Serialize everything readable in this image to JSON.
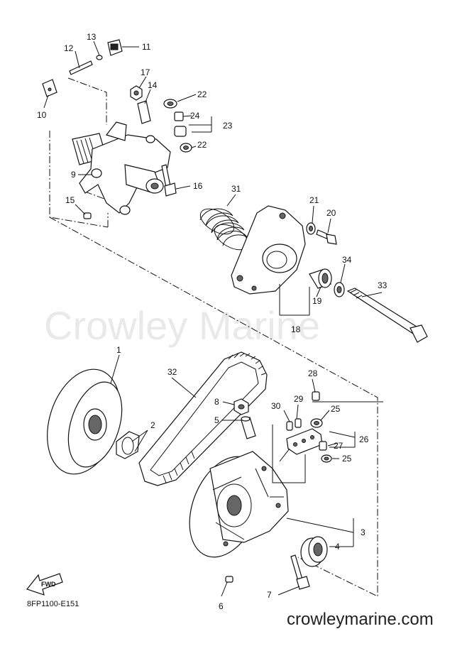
{
  "watermark": "Crowley Marine",
  "website": "crowleymarine.com",
  "drawing_code": "8FP1100-E151",
  "fwd_label": "FWD",
  "callouts": {
    "c1": "1",
    "c2": "2",
    "c3": "3",
    "c4": "4",
    "c5": "5",
    "c6": "6",
    "c7": "7",
    "c8": "8",
    "c9": "9",
    "c10": "10",
    "c11": "11",
    "c12": "12",
    "c13": "13",
    "c14": "14",
    "c15": "15",
    "c16": "16",
    "c17": "17",
    "c18": "18",
    "c19": "19",
    "c20": "20",
    "c21": "21",
    "c22a": "22",
    "c22b": "22",
    "c23": "23",
    "c24": "24",
    "c25a": "25",
    "c25b": "25",
    "c26": "26",
    "c27": "27",
    "c28": "28",
    "c29": "29",
    "c30": "30",
    "c31": "31",
    "c32": "32",
    "c33": "33",
    "c34": "34"
  }
}
